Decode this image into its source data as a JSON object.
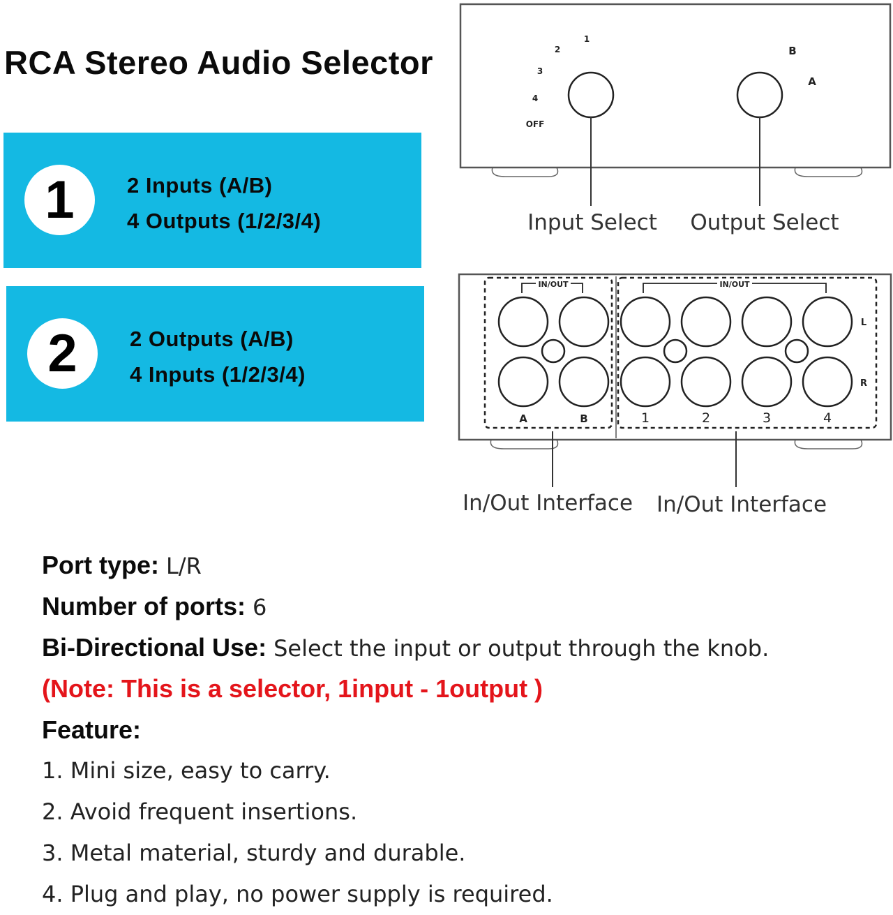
{
  "title": "RCA Stereo Audio Selector",
  "modes": [
    {
      "number": "1",
      "lines": [
        "2 Inputs (A/B)",
        "4 Outputs (1/2/3/4)"
      ]
    },
    {
      "number": "2",
      "lines": [
        "2 Outputs (A/B)",
        "4 Inputs (1/2/3/4)"
      ]
    }
  ],
  "diagram": {
    "front": {
      "input_dial_marks": [
        "1",
        "2",
        "3",
        "4",
        "OFF"
      ],
      "output_dial_marks": [
        "B",
        "A"
      ],
      "input_select_label": "Input Select",
      "output_select_label": "Output Select"
    },
    "back": {
      "group_label_left": "IN/OUT",
      "group_label_right": "IN/OUT",
      "channel_left": "L",
      "channel_right": "R",
      "port_labels_ab": [
        "A",
        "B"
      ],
      "port_labels_numbered": [
        "1",
        "2",
        "3",
        "4"
      ],
      "interface_label_left": "In/Out Interface",
      "interface_label_right": "In/Out Interface"
    },
    "colors": {
      "accent": "#14b9e3",
      "line": "#555555",
      "note": "#e4151b"
    }
  },
  "specs": [
    {
      "label": "Port type:",
      "value": "L/R"
    },
    {
      "label": "Number of ports:",
      "value": "6"
    },
    {
      "label": "Bi-Directional Use:",
      "value": "Select the input or output through the knob."
    }
  ],
  "note": "(Note: This is a selector, 1input - 1output )",
  "feature_heading": "Feature:",
  "features": [
    "1. Mini size, easy to carry.",
    "2. Avoid frequent insertions.",
    "3. Metal material, sturdy and durable.",
    "4. Plug and play, no power supply is required."
  ]
}
